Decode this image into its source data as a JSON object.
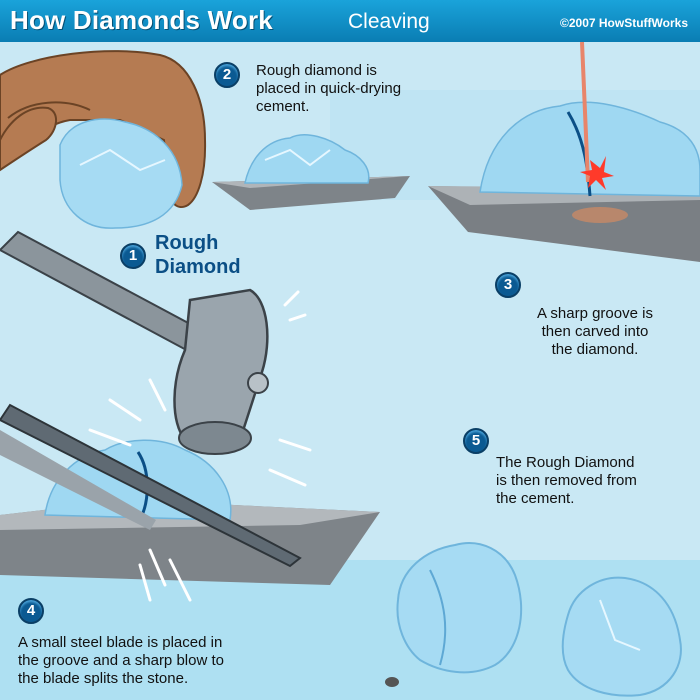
{
  "header": {
    "title": "How Diamonds Work",
    "subtitle": "Cleaving",
    "copyright": "©2007 HowStuffWorks"
  },
  "steps": [
    {
      "number": "1",
      "label": "Rough\nDiamond"
    },
    {
      "number": "2",
      "text": "Rough diamond is\nplaced in quick-drying\ncement."
    },
    {
      "number": "3",
      "text": "A sharp groove is\nthen carved into\nthe diamond."
    },
    {
      "number": "4",
      "text": "A small steel blade is placed in\nthe groove and a sharp blow to\nthe blade splits the stone."
    },
    {
      "number": "5",
      "text": "The Rough Diamond\nis then removed from\nthe cement."
    }
  ],
  "icons": {
    "hand": "hand-icon",
    "hammer": "hammer-icon",
    "blade": "steel-blade-icon",
    "laser": "laser-beam-icon",
    "diamond": "rough-diamond-icon",
    "cement": "cement-slab-icon"
  },
  "colors": {
    "header": "#0d8fc7",
    "background": "#c9e8f4",
    "badge": "#0b5a92",
    "diamond": "#8fd0ef",
    "cement": "#8a8f94"
  }
}
